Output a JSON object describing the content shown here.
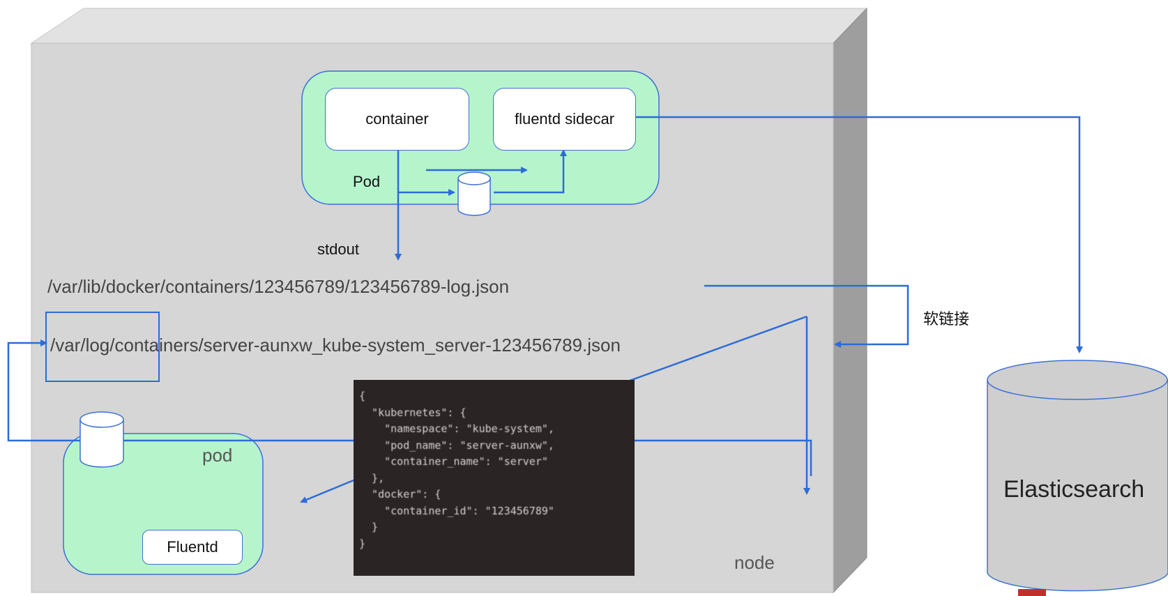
{
  "pod_top": {
    "label": "Pod",
    "container_label": "container",
    "sidecar_label": "fluentd sidecar"
  },
  "stdout_label": "stdout",
  "paths": {
    "docker_log": "/var/lib/docker/containers/123456789/123456789-log.json",
    "var_log": "/var/log/containers/server-aunxw_kube-system_server-123456789.json"
  },
  "symlink_label": "软链接",
  "pod_bottom": {
    "label": "pod",
    "fluentd_label": "Fluentd"
  },
  "node_label": "node",
  "elasticsearch_label": "Elasticsearch",
  "json_snippet": {
    "lines": [
      "{",
      "  \"kubernetes\": {",
      "    \"namespace\": \"kube-system\",",
      "    \"pod_name\": \"server-aunxw\",",
      "    \"container_name\": \"server\"",
      "  },",
      "  \"docker\": {",
      "    \"container_id\": \"123456789\"",
      "  }",
      "}"
    ]
  },
  "colors": {
    "node_face": "#d6d6d6",
    "node_side": "#9e9e9e",
    "node_top": "#e2e2e2",
    "pod_fill": "#b6f5cc",
    "arrow": "#2c6bd8",
    "cylinder_fill": "#cfcfcf",
    "code_bg": "#2a2424"
  }
}
